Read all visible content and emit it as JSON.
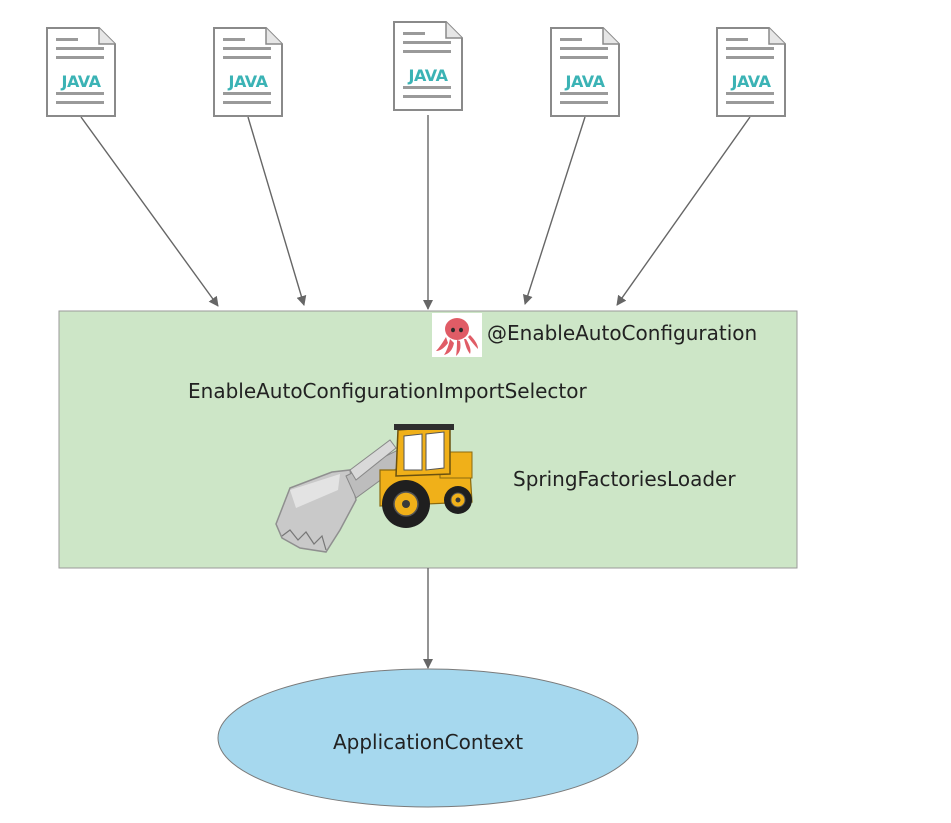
{
  "files": [
    {
      "label": "JAVA"
    },
    {
      "label": "JAVA"
    },
    {
      "label": "JAVA"
    },
    {
      "label": "JAVA"
    },
    {
      "label": "JAVA"
    }
  ],
  "box": {
    "annotation": "@EnableAutoConfiguration",
    "selector": "EnableAutoConfigurationImportSelector",
    "loader": "SpringFactoriesLoader",
    "icons": [
      "octopus-icon",
      "loader-truck-icon"
    ]
  },
  "context": {
    "label": "ApplicationContext"
  },
  "colors": {
    "box_fill": "#cde6c7",
    "oval_fill": "#a6d8ee",
    "java_text": "#3bb3b5",
    "arrow": "#666666"
  }
}
